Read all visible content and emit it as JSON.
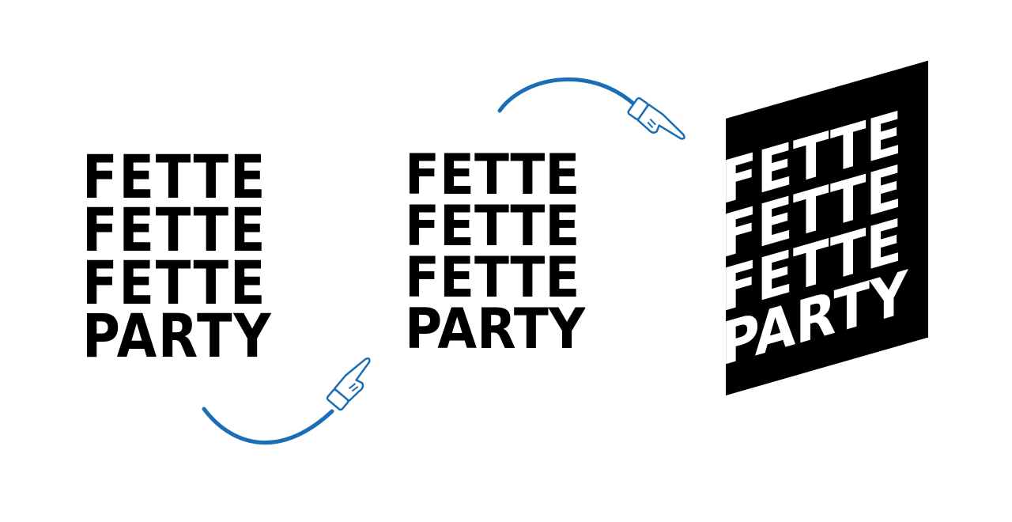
{
  "logos": [
    {
      "lines": [
        "FETTE",
        "FETTE",
        "FETTE",
        "PARTY"
      ]
    },
    {
      "lines": [
        "FETTE",
        "FETTE",
        "FETTE",
        "PARTY"
      ]
    },
    {
      "lines": [
        "FETTE",
        "FETTE",
        "FETTE",
        "PARTY"
      ]
    }
  ],
  "colors": {
    "text": "#000000",
    "accent": "#1b6eb5",
    "background": "#ffffff"
  },
  "icons": [
    "pointing-hand-icon",
    "pointing-hand-icon"
  ]
}
